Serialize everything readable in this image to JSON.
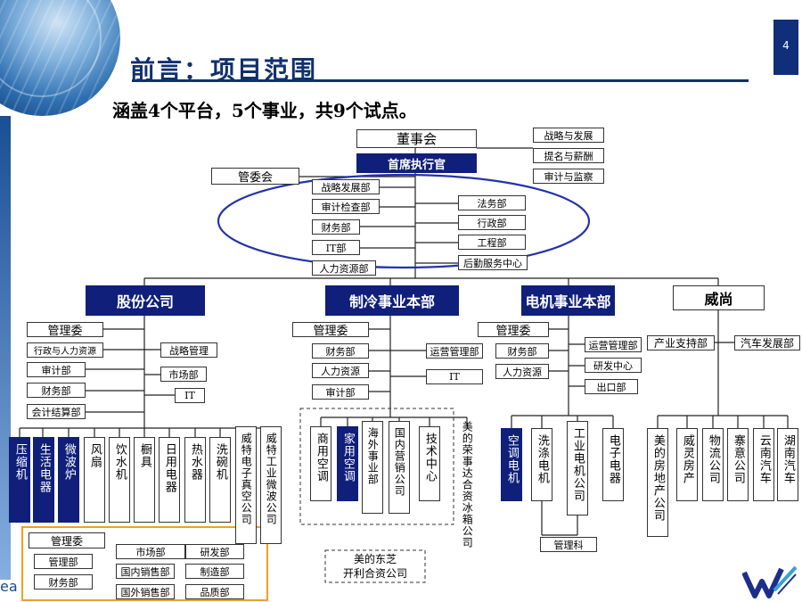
{
  "page": {
    "number": "4",
    "title": "前言：项目范围",
    "subtitle": "涵盖4个平台，5个事业，共9个试点。",
    "corner_text": "ea"
  },
  "colors": {
    "navy": "#0f1f7a",
    "ellipse": "#2433a8",
    "orange": "#f0a020"
  },
  "top": {
    "board": "董事会",
    "ceo": "首席执行官",
    "committee": "管委会",
    "board_committees": [
      "战略与发展",
      "提名与薪酬",
      "审计与监察"
    ],
    "hq_left": [
      "战略发展部",
      "审计检查部",
      "财务部",
      "IT部",
      "人力资源部"
    ],
    "hq_right": [
      "法务部",
      "行政部",
      "工程部",
      "后勤服务中心"
    ]
  },
  "divisions": {
    "gufen": {
      "name": "股份公司",
      "mgmt": "管理委",
      "left_depts": [
        "行政与人力资源",
        "审计部",
        "财务部",
        "会计结算部"
      ],
      "right_depts": [
        "战略管理",
        "市场部",
        "IT"
      ],
      "units": [
        "压缩机",
        "生活电器",
        "微波炉",
        "风扇",
        "饮水机",
        "橱具",
        "日用电器",
        "热水器",
        "洗碗机",
        "威特电子真空公司",
        "威特工业微波公司"
      ],
      "shared": {
        "mgmt": "管理委",
        "col1": [
          "管理部",
          "财务部"
        ],
        "col2": [
          "市场部",
          "国内销售部",
          "国外销售部"
        ],
        "col3": [
          "研发部",
          "制造部",
          "品质部"
        ]
      }
    },
    "zhileng": {
      "name": "制冷事业本部",
      "mgmt": "管理委",
      "left_depts": [
        "财务部",
        "人力资源",
        "审计部"
      ],
      "right_depts": [
        "运营管理部",
        "IT"
      ],
      "units": [
        "商用空调",
        "家用空调",
        "海外事业部",
        "国内营销公司",
        "技术中心"
      ],
      "jv1": "美的荣事达合资冰箱公司",
      "jv2_line1": "美的东芝",
      "jv2_line2": "开利合资公司"
    },
    "dianji": {
      "name": "电机事业本部",
      "mgmt": "管理委",
      "left_depts": [
        "财务部",
        "人力资源"
      ],
      "right_depts": [
        "运营管理部",
        "研发中心",
        "出口部"
      ],
      "units": [
        "空调电机",
        "洗涤电机",
        "工业电机公司",
        "电子电器"
      ],
      "footer": "管理科"
    },
    "weishang": {
      "name": "威尚",
      "depts": [
        "产业支持部",
        "汽车发展部"
      ],
      "units": [
        "美的房地产公司",
        "威灵房产",
        "物流公司",
        "寨意公司",
        "云南汽车",
        "湖南汽车"
      ]
    }
  }
}
